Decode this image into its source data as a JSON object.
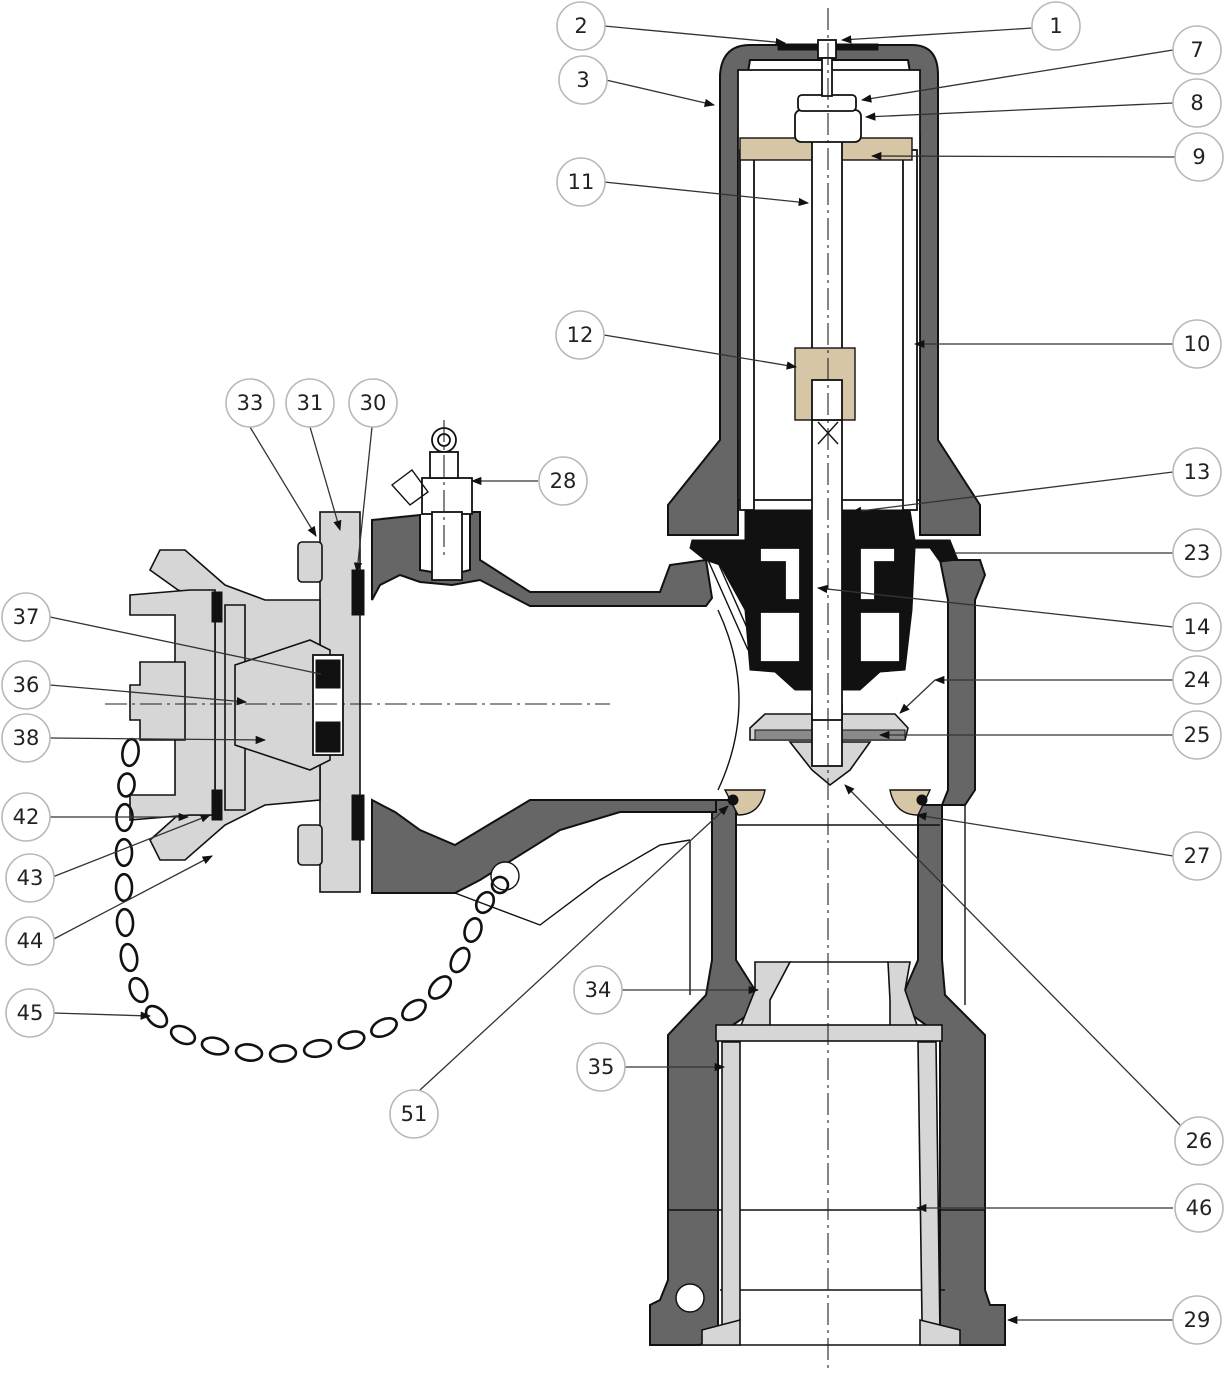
{
  "diagram": {
    "callouts": [
      {
        "id": "c1",
        "label": "1"
      },
      {
        "id": "c2",
        "label": "2"
      },
      {
        "id": "c3",
        "label": "3"
      },
      {
        "id": "c7",
        "label": "7"
      },
      {
        "id": "c8",
        "label": "8"
      },
      {
        "id": "c9",
        "label": "9"
      },
      {
        "id": "c10",
        "label": "10"
      },
      {
        "id": "c11",
        "label": "11"
      },
      {
        "id": "c12",
        "label": "12"
      },
      {
        "id": "c13",
        "label": "13"
      },
      {
        "id": "c14",
        "label": "14"
      },
      {
        "id": "c23",
        "label": "23"
      },
      {
        "id": "c24",
        "label": "24"
      },
      {
        "id": "c25",
        "label": "25"
      },
      {
        "id": "c26",
        "label": "26"
      },
      {
        "id": "c27",
        "label": "27"
      },
      {
        "id": "c28",
        "label": "28"
      },
      {
        "id": "c29",
        "label": "29"
      },
      {
        "id": "c30",
        "label": "30"
      },
      {
        "id": "c31",
        "label": "31"
      },
      {
        "id": "c33",
        "label": "33"
      },
      {
        "id": "c34",
        "label": "34"
      },
      {
        "id": "c35",
        "label": "35"
      },
      {
        "id": "c36",
        "label": "36"
      },
      {
        "id": "c37",
        "label": "37"
      },
      {
        "id": "c38",
        "label": "38"
      },
      {
        "id": "c42",
        "label": "42"
      },
      {
        "id": "c43",
        "label": "43"
      },
      {
        "id": "c44",
        "label": "44"
      },
      {
        "id": "c45",
        "label": "45"
      },
      {
        "id": "c46",
        "label": "46"
      },
      {
        "id": "c51",
        "label": "51"
      }
    ],
    "colors": {
      "casting": "#666666",
      "light_part": "#d6d6d6",
      "gasket": "#111111",
      "bushing": "#d7c6a6",
      "outline": "#111111"
    }
  }
}
